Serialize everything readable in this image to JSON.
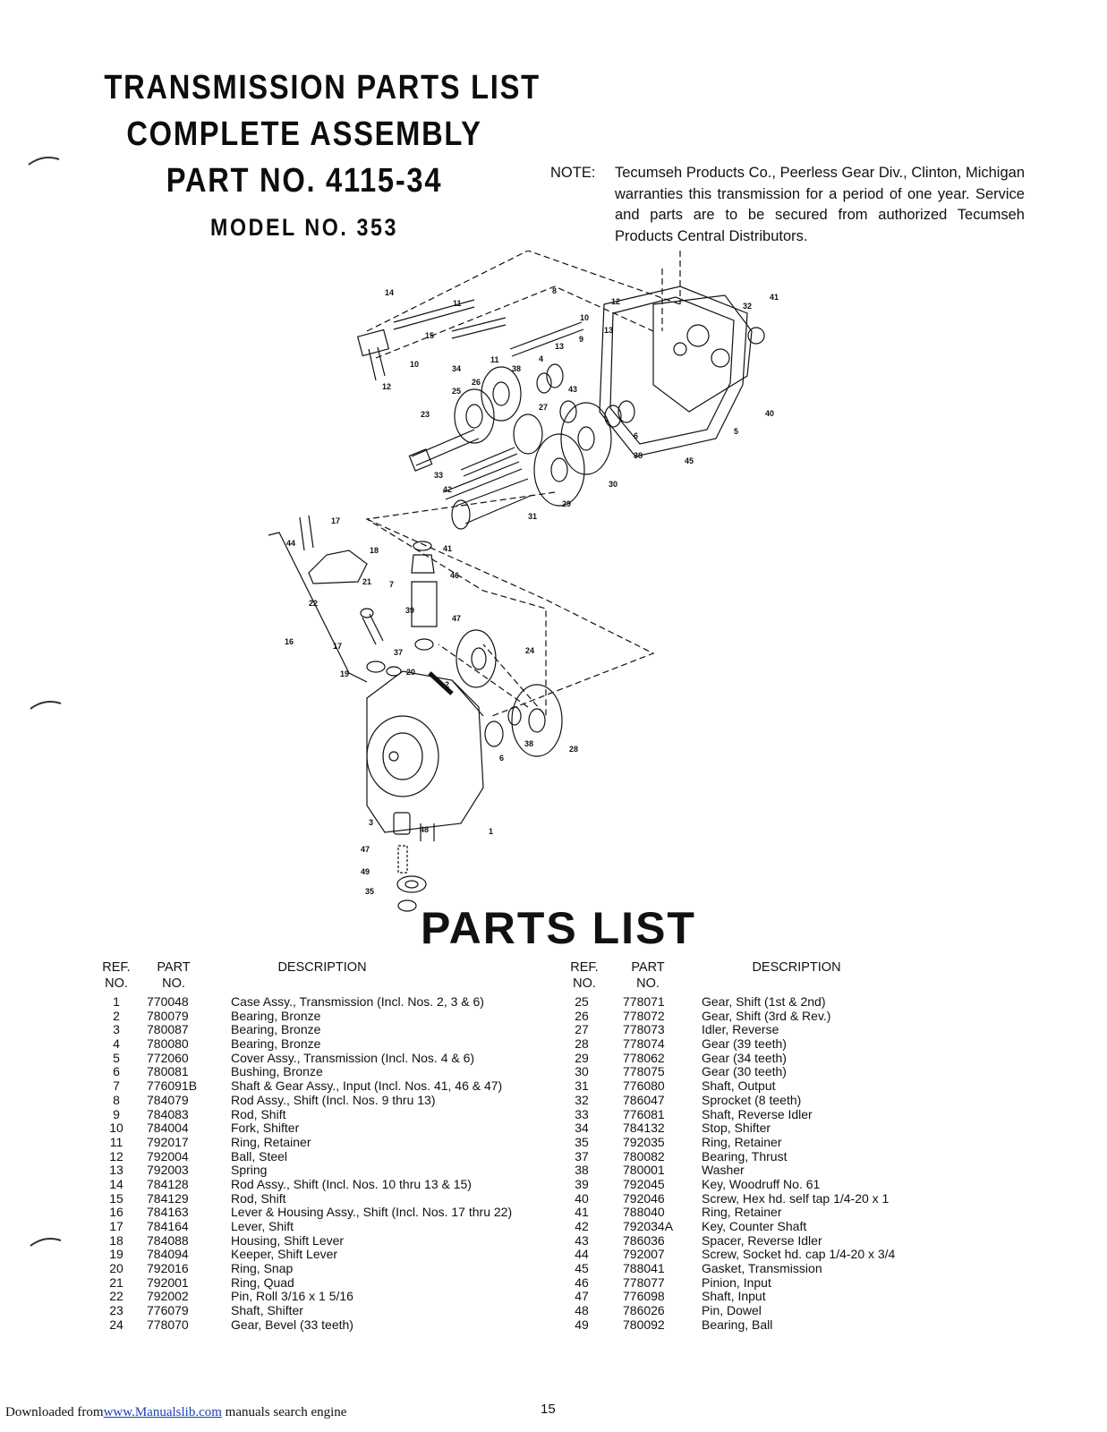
{
  "title": {
    "line1": "TRANSMISSION PARTS LIST",
    "line2": "COMPLETE ASSEMBLY",
    "line3": "PART NO. 4115-34",
    "line4": "MODEL NO. 353"
  },
  "note": {
    "label": "NOTE:",
    "text": "Tecumseh Products Co., Peerless Gear Div., Clinton, Michigan warranties this transmission for a period of one year. Service and parts are to be secured from authorized Tecumseh Products Central Distributors."
  },
  "diagram": {
    "callouts": [
      "14",
      "11",
      "8",
      "12",
      "32",
      "41",
      "15",
      "10",
      "13",
      "9",
      "10",
      "34",
      "11",
      "4",
      "38",
      "43",
      "26",
      "27",
      "13",
      "12",
      "25",
      "23",
      "6",
      "5",
      "40",
      "38",
      "45",
      "33",
      "30",
      "42",
      "29",
      "31",
      "17",
      "41",
      "44",
      "18",
      "46",
      "7",
      "21",
      "22",
      "39",
      "47",
      "16",
      "17",
      "24",
      "37",
      "19",
      "20",
      "2",
      "38",
      "28",
      "6",
      "3",
      "48",
      "1",
      "47",
      "49",
      "35"
    ]
  },
  "parts_heading": "PARTS LIST",
  "table_headers": {
    "ref": "REF.\nNO.",
    "part": "PART\nNO.",
    "description": "DESCRIPTION"
  },
  "parts_left": [
    {
      "ref": "1",
      "part": "770048",
      "desc": "Case Assy., Transmission (Incl. Nos. 2, 3 & 6)"
    },
    {
      "ref": "2",
      "part": "780079",
      "desc": "Bearing, Bronze"
    },
    {
      "ref": "3",
      "part": "780087",
      "desc": "Bearing, Bronze"
    },
    {
      "ref": "4",
      "part": "780080",
      "desc": "Bearing, Bronze"
    },
    {
      "ref": "5",
      "part": "772060",
      "desc": "Cover Assy., Transmission (Incl. Nos. 4 & 6)"
    },
    {
      "ref": "6",
      "part": "780081",
      "desc": "Bushing, Bronze"
    },
    {
      "ref": "7",
      "part": "776091B",
      "desc": "Shaft & Gear Assy., Input (Incl. Nos. 41, 46 & 47)"
    },
    {
      "ref": "8",
      "part": "784079",
      "desc": "Rod Assy., Shift (Incl. Nos. 9 thru 13)"
    },
    {
      "ref": "9",
      "part": "784083",
      "desc": "Rod, Shift"
    },
    {
      "ref": "10",
      "part": "784004",
      "desc": "Fork, Shifter"
    },
    {
      "ref": "11",
      "part": "792017",
      "desc": "Ring, Retainer"
    },
    {
      "ref": "12",
      "part": "792004",
      "desc": "Ball, Steel"
    },
    {
      "ref": "13",
      "part": "792003",
      "desc": "Spring"
    },
    {
      "ref": "14",
      "part": "784128",
      "desc": "Rod Assy., Shift (Incl. Nos. 10 thru 13 & 15)"
    },
    {
      "ref": "15",
      "part": "784129",
      "desc": "Rod, Shift"
    },
    {
      "ref": "16",
      "part": "784163",
      "desc": "Lever & Housing Assy., Shift (Incl. Nos. 17 thru 22)"
    },
    {
      "ref": "17",
      "part": "784164",
      "desc": "Lever, Shift"
    },
    {
      "ref": "18",
      "part": "784088",
      "desc": "Housing, Shift Lever"
    },
    {
      "ref": "19",
      "part": "784094",
      "desc": "Keeper, Shift Lever"
    },
    {
      "ref": "20",
      "part": "792016",
      "desc": "Ring, Snap"
    },
    {
      "ref": "21",
      "part": "792001",
      "desc": "Ring, Quad"
    },
    {
      "ref": "22",
      "part": "792002",
      "desc": "Pin, Roll 3/16 x 1 5/16"
    },
    {
      "ref": "23",
      "part": "776079",
      "desc": "Shaft, Shifter"
    },
    {
      "ref": "24",
      "part": "778070",
      "desc": "Gear, Bevel (33 teeth)"
    }
  ],
  "parts_right": [
    {
      "ref": "25",
      "part": "778071",
      "desc": "Gear, Shift (1st & 2nd)"
    },
    {
      "ref": "26",
      "part": "778072",
      "desc": "Gear, Shift (3rd & Rev.)"
    },
    {
      "ref": "27",
      "part": "778073",
      "desc": "Idler, Reverse"
    },
    {
      "ref": "28",
      "part": "778074",
      "desc": "Gear (39 teeth)"
    },
    {
      "ref": "29",
      "part": "778062",
      "desc": "Gear (34 teeth)"
    },
    {
      "ref": "30",
      "part": "778075",
      "desc": "Gear (30 teeth)"
    },
    {
      "ref": "31",
      "part": "776080",
      "desc": "Shaft, Output"
    },
    {
      "ref": "32",
      "part": "786047",
      "desc": "Sprocket (8 teeth)"
    },
    {
      "ref": "33",
      "part": "776081",
      "desc": "Shaft, Reverse Idler"
    },
    {
      "ref": "34",
      "part": "784132",
      "desc": "Stop, Shifter"
    },
    {
      "ref": "35",
      "part": "792035",
      "desc": "Ring, Retainer"
    },
    {
      "ref": "37",
      "part": "780082",
      "desc": "Bearing, Thrust"
    },
    {
      "ref": "38",
      "part": "780001",
      "desc": "Washer"
    },
    {
      "ref": "39",
      "part": "792045",
      "desc": "Key, Woodruff No. 61"
    },
    {
      "ref": "40",
      "part": "792046",
      "desc": "Screw, Hex hd. self tap 1/4-20 x 1"
    },
    {
      "ref": "41",
      "part": "788040",
      "desc": "Ring, Retainer"
    },
    {
      "ref": "42",
      "part": "792034A",
      "desc": "Key, Counter Shaft"
    },
    {
      "ref": "43",
      "part": "786036",
      "desc": "Spacer, Reverse Idler"
    },
    {
      "ref": "44",
      "part": "792007",
      "desc": "Screw, Socket hd. cap 1/4-20 x 3/4"
    },
    {
      "ref": "45",
      "part": "788041",
      "desc": "Gasket, Transmission"
    },
    {
      "ref": "46",
      "part": "778077",
      "desc": "Pinion, Input"
    },
    {
      "ref": "47",
      "part": "776098",
      "desc": "Shaft, Input"
    },
    {
      "ref": "48",
      "part": "786026",
      "desc": "Pin, Dowel"
    },
    {
      "ref": "49",
      "part": "780092",
      "desc": "Bearing, Ball"
    }
  ],
  "footer": {
    "prefix": "Downloaded from",
    "link": "www.Manualslib.com",
    "suffix": " manuals search engine",
    "page_number": "15"
  }
}
